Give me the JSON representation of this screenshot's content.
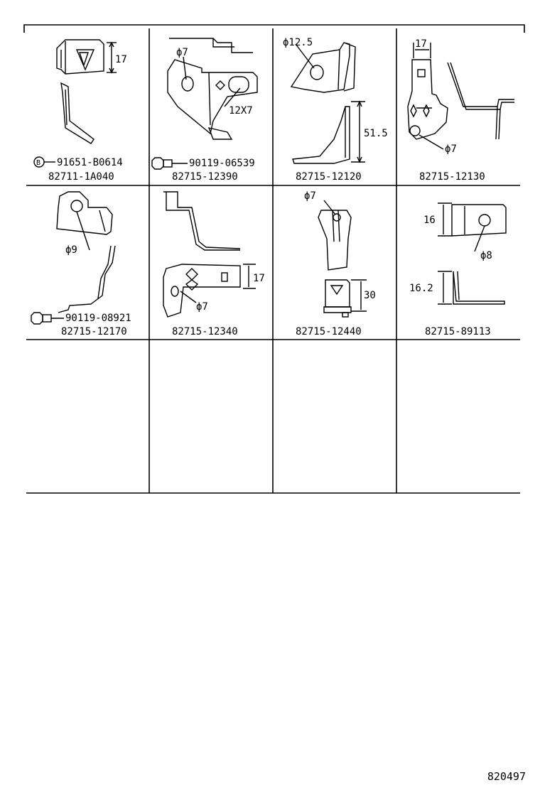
{
  "cells": [
    {
      "part": "82711-1A040",
      "sub_parts": [
        {
          "badge": "B",
          "number": "91651-B0614"
        }
      ],
      "dims": [
        "17"
      ]
    },
    {
      "part": "82715-12390",
      "sub_parts": [
        {
          "badge": "bolt",
          "number": "90119-06539"
        }
      ],
      "dims": [
        "ϕ7",
        "12X7"
      ]
    },
    {
      "part": "82715-12120",
      "sub_parts": [],
      "dims": [
        "ϕ12.5",
        "51.5"
      ]
    },
    {
      "part": "82715-12130",
      "sub_parts": [],
      "dims": [
        "17",
        "ϕ7"
      ]
    },
    {
      "part": "82715-12170",
      "sub_parts": [
        {
          "badge": "bolt",
          "number": "90119-08921"
        }
      ],
      "dims": [
        "ϕ9"
      ]
    },
    {
      "part": "82715-12340",
      "sub_parts": [],
      "dims": [
        "17",
        "ϕ7"
      ]
    },
    {
      "part": "82715-12440",
      "sub_parts": [],
      "dims": [
        "ϕ7",
        "30"
      ]
    },
    {
      "part": "82715-89113",
      "sub_parts": [],
      "dims": [
        "16",
        "ϕ8",
        "16.2"
      ]
    }
  ],
  "drawing_id": "820497"
}
